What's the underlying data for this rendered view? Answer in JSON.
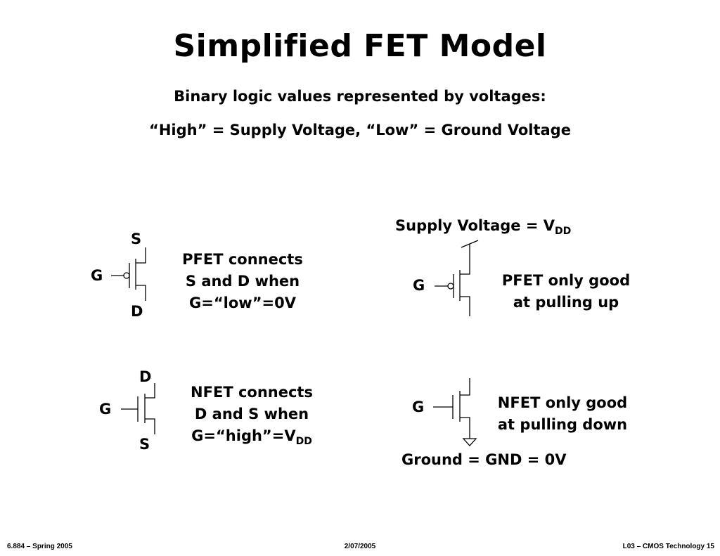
{
  "title": "Simplified FET Model",
  "subtitle_line1": "Binary logic values represented by voltages:",
  "subtitle_line2": "“High” = Supply Voltage, “Low” = Ground Voltage",
  "pfet_left": {
    "source": "S",
    "gate": "G",
    "drain": "D",
    "desc_line1": "PFET connects",
    "desc_line2": "S and D when",
    "desc_line3": "G=“low”=0V"
  },
  "nfet_left": {
    "drain": "D",
    "gate": "G",
    "source": "S",
    "desc_line1": "NFET connects",
    "desc_line2": "D and S when",
    "desc_line3_prefix": "G=“high”=V",
    "desc_line3_sub": "DD"
  },
  "pfet_right": {
    "supply_prefix": "Supply Voltage = V",
    "supply_sub": "DD",
    "gate": "G",
    "desc_line1": "PFET only good",
    "desc_line2": "at pulling up"
  },
  "nfet_right": {
    "gate": "G",
    "desc_line1": "NFET only good",
    "desc_line2": "at pulling down",
    "ground_label": "Ground = GND = 0V"
  },
  "footer": {
    "left": "6.884 – Spring 2005",
    "center": "2/07/2005",
    "right": "L03 – CMOS Technology  15"
  }
}
